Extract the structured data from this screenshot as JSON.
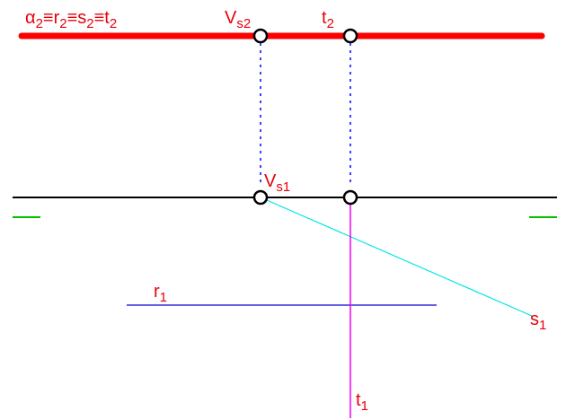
{
  "labels": {
    "trace_main": "α",
    "trace_sub": "2",
    "trace_eq": "≡r",
    "trace_eq_sub": "2",
    "trace_eq2": "≡s",
    "trace_eq2_sub": "2",
    "trace_eq3": "≡t",
    "trace_eq3_sub": "2",
    "vs2_main": "V",
    "vs2_sub": "s2",
    "t2_main": "t",
    "t2_sub": "2",
    "vs1_main": "V",
    "vs1_sub": "s1",
    "r1_main": "r",
    "r1_sub": "1",
    "s1_main": "s",
    "s1_sub": "1",
    "t1_main": "t",
    "t1_sub": "1"
  },
  "colors": {
    "trace": "#ff0000",
    "label": "#e8000b",
    "ground": "#000000",
    "ground_marks": "#00c000",
    "r_line": "#0000cc",
    "s_line": "#00e5e5",
    "t_line": "#ee00ee",
    "projector": "#0000ff",
    "point_stroke": "#000000",
    "point_fill": "#ffffff"
  }
}
